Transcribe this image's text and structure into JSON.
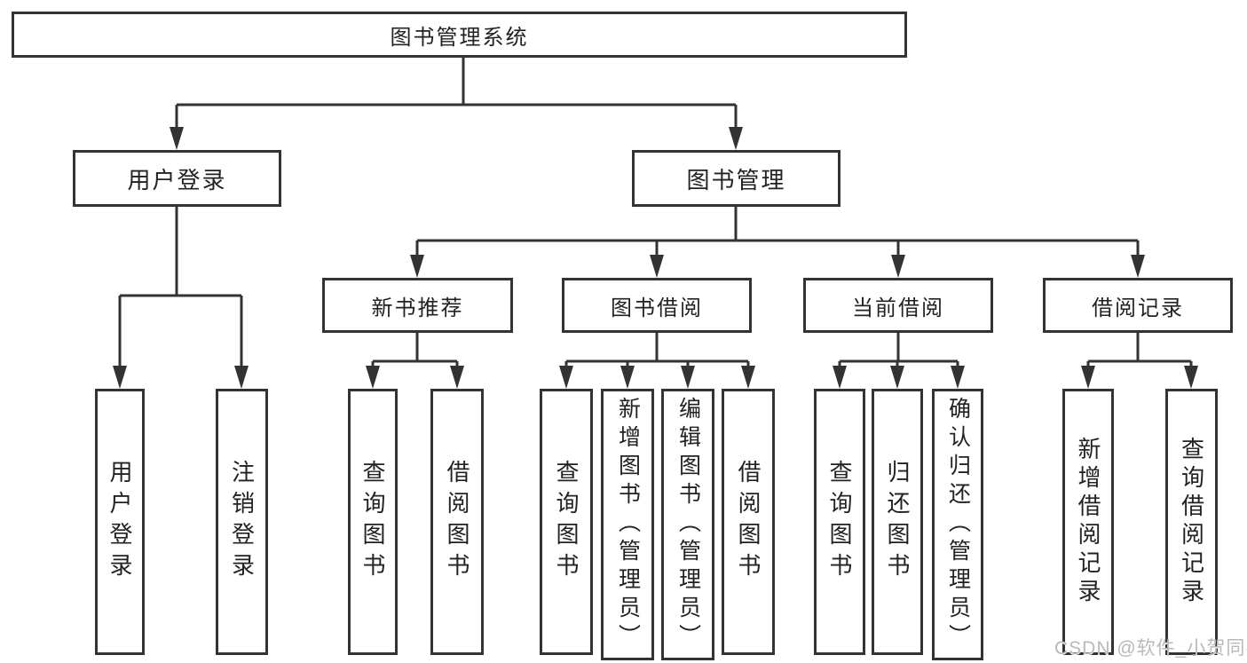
{
  "diagram": {
    "root": {
      "label": "图书管理系统"
    },
    "branches": [
      {
        "label": "用户登录",
        "children": [
          {
            "label": "用户登录"
          },
          {
            "label": "注销登录"
          }
        ]
      },
      {
        "label": "图书管理",
        "children": [
          {
            "label": "新书推荐",
            "children": [
              {
                "label": "查询图书"
              },
              {
                "label": "借阅图书"
              }
            ]
          },
          {
            "label": "图书借阅",
            "children": [
              {
                "label": "查询图书"
              },
              {
                "label": "新增图书（管理员）"
              },
              {
                "label": "编辑图书（管理员）"
              },
              {
                "label": "借阅图书"
              }
            ]
          },
          {
            "label": "当前借阅",
            "children": [
              {
                "label": "查询图书"
              },
              {
                "label": "归还图书"
              },
              {
                "label": "确认归还（管理员）"
              }
            ]
          },
          {
            "label": "借阅记录",
            "children": [
              {
                "label": "新增借阅记录"
              },
              {
                "label": "查询借阅记录"
              }
            ]
          }
        ]
      }
    ],
    "watermark": "CSDN @软件_小贺同学",
    "colors": {
      "line": "#333333",
      "text": "#222222",
      "watermark": "#b9b9b9",
      "background": "#ffffff"
    }
  }
}
